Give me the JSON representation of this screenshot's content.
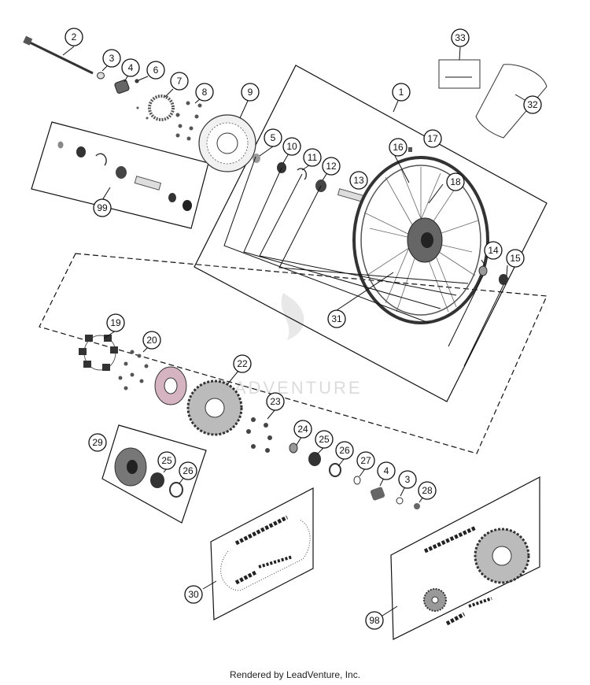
{
  "footer": "Rendered by LeadVenture, Inc.",
  "watermark": "LEADVENTURE",
  "callouts": {
    "c1": "1",
    "c2": "2",
    "c3": "3",
    "c4": "4",
    "c5": "5",
    "c6": "6",
    "c7": "7",
    "c8": "8",
    "c9": "9",
    "c10": "10",
    "c11": "11",
    "c12": "12",
    "c13": "13",
    "c14": "14",
    "c15": "15",
    "c16": "16",
    "c17": "17",
    "c18": "18",
    "c19": "19",
    "c20": "20",
    "c22": "22",
    "c23": "23",
    "c24": "24",
    "c25": "25",
    "c26": "26",
    "c27": "27",
    "c4b": "4",
    "c3b": "3",
    "c28": "28",
    "c29": "29",
    "c25b": "25",
    "c26b": "26",
    "c30": "30",
    "c31": "31",
    "c32": "32",
    "c33": "33",
    "c98": "98",
    "c99": "99"
  },
  "colors": {
    "line": "#111111",
    "part_gray": "#9a9a9a",
    "hub_pink": "#c9a0b0"
  }
}
